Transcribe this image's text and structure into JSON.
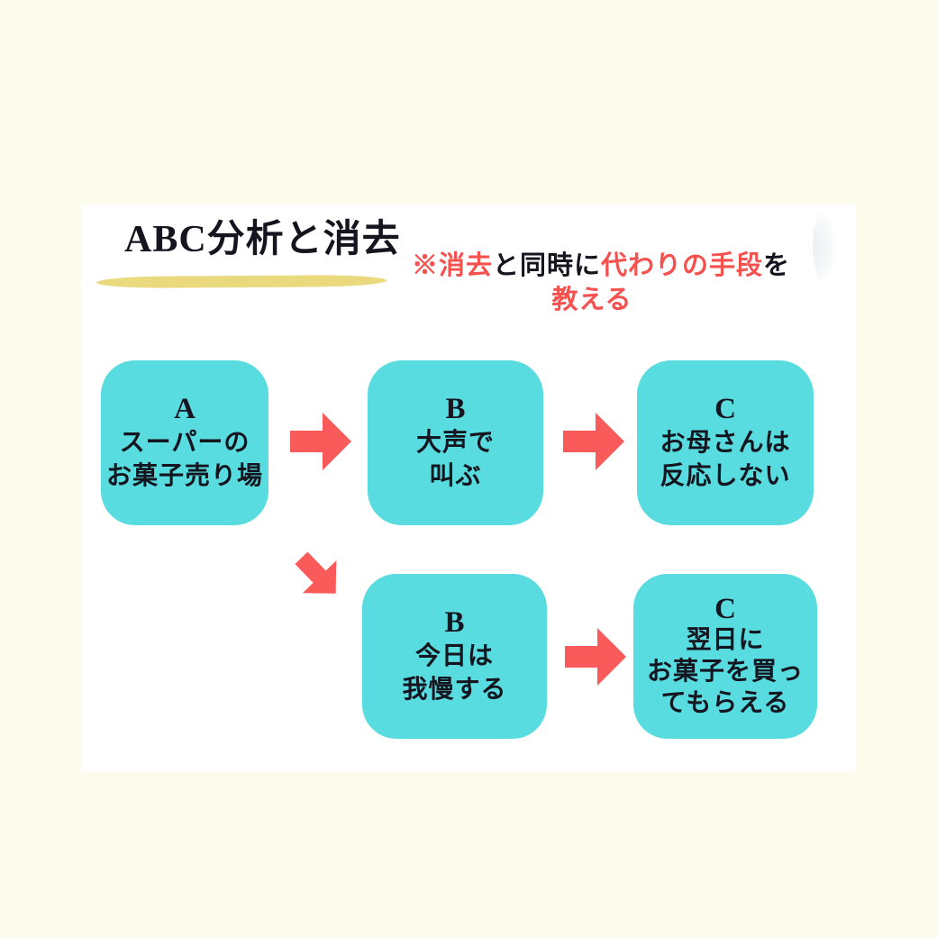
{
  "colors": {
    "page-bg": "#FDFBEC",
    "panel-bg": "#FFFFFF",
    "box-teal": "#59DCE0",
    "arrow-red": "#FA5A5A",
    "text-red": "#F4514F",
    "text-dark": "#15151F",
    "underline-yellow": "#EBD97D"
  },
  "title": {
    "text": "ABC分析と消去"
  },
  "note": {
    "line1": [
      {
        "text": "※消去",
        "emphasis": "red"
      },
      {
        "text": "と同時に",
        "emphasis": "dark"
      },
      {
        "text": "代わりの手段",
        "emphasis": "red"
      },
      {
        "text": "を",
        "emphasis": "dark"
      }
    ],
    "line2": "教える"
  },
  "flow": {
    "row1": [
      {
        "label": "A",
        "lines": [
          "スーパーの",
          "お菓子売り場"
        ]
      },
      {
        "label": "B",
        "lines": [
          "大声で",
          "叫ぶ"
        ]
      },
      {
        "label": "C",
        "lines": [
          "お母さんは",
          "反応しない"
        ]
      }
    ],
    "row2": [
      {
        "label": "B",
        "lines": [
          "今日は",
          "我慢する"
        ]
      },
      {
        "label": "C",
        "lines": [
          "翌日に",
          "お菓子を買っ",
          "てもらえる"
        ]
      }
    ]
  }
}
